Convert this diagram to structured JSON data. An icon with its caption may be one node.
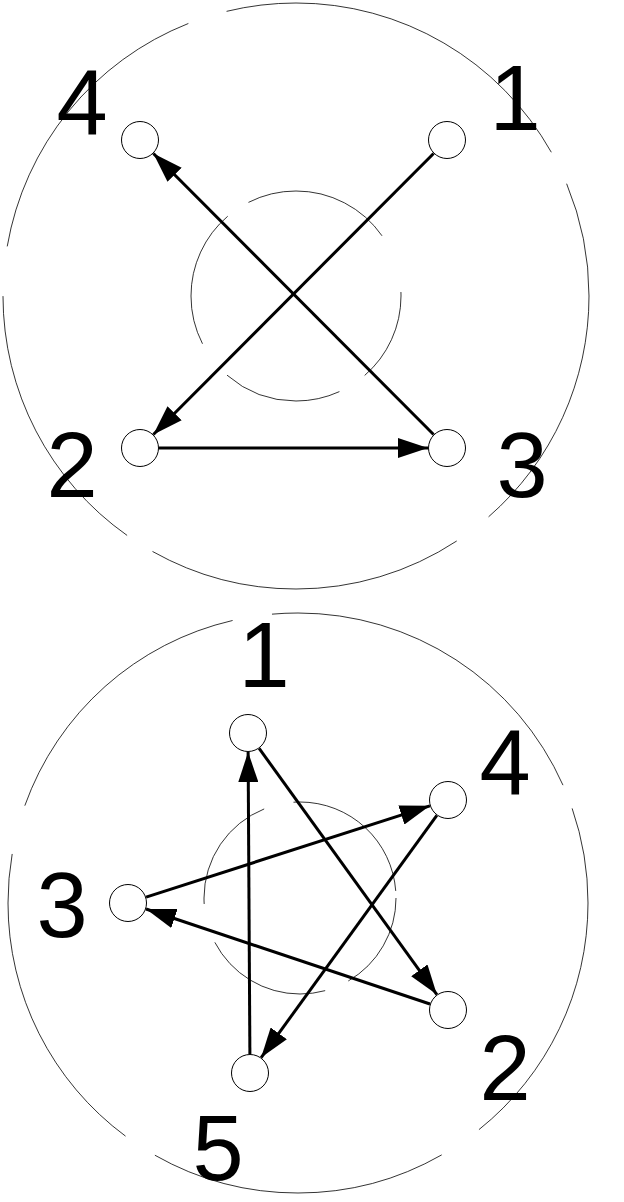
{
  "diagram": {
    "nodes": [
      {
        "text": [],
        "shape": "circle",
        "beside": [
          "4"
        ]
      },
      {
        "text": [],
        "shape": "circle",
        "beside": [
          "1"
        ]
      },
      {
        "text": [],
        "shape": "circle",
        "beside": [
          "2"
        ]
      },
      {
        "text": [],
        "shape": "circle",
        "beside": [
          "3"
        ]
      },
      {
        "text": [],
        "shape": "circle",
        "beside": [
          "1"
        ]
      },
      {
        "text": [],
        "shape": "circle",
        "beside": [
          "4"
        ]
      },
      {
        "text": [],
        "shape": "circle",
        "beside": [
          "3"
        ]
      },
      {
        "text": [],
        "shape": "circle",
        "beside": [
          "2"
        ]
      },
      {
        "text": [],
        "shape": "circle",
        "beside": [
          "5"
        ]
      }
    ],
    "edges": [
      {
        "from": 1,
        "to": 2,
        "arrow": "to"
      },
      {
        "from": 2,
        "to": 3,
        "arrow": "to"
      },
      {
        "from": 3,
        "to": 0,
        "arrow": "to"
      },
      {
        "from": 4,
        "to": 7,
        "arrow": "to"
      },
      {
        "from": 7,
        "to": 6,
        "arrow": "to"
      },
      {
        "from": 6,
        "to": 5,
        "arrow": "to"
      },
      {
        "from": 5,
        "to": 8,
        "arrow": "to"
      },
      {
        "from": 8,
        "to": 4,
        "arrow": "to"
      }
    ]
  }
}
